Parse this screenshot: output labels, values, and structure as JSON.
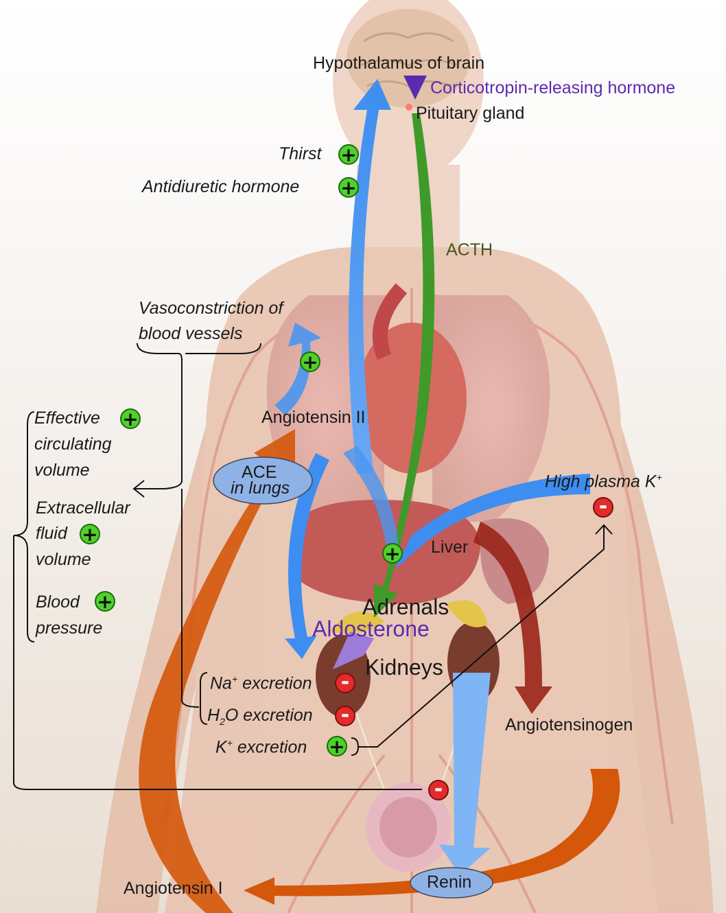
{
  "labels": {
    "hypothalamus": "Hypothalamus of brain",
    "crh": "Corticotropin-releasing hormone",
    "pituitary": "Pituitary gland",
    "thirst": "Thirst",
    "adh": "Antidiuretic hormone",
    "acth": "ACTH",
    "vasoconstriction_line1": "Vasoconstriction of",
    "vasoconstriction_line2": "blood vessels",
    "effective_line1": "Effective",
    "effective_line2": "circulating",
    "effective_line3": "volume",
    "angiotensin_ii": "Angiotensin II",
    "ace_line1": "ACE",
    "ace_line2": "in lungs",
    "high_plasma_k": "High plasma K",
    "extracellular_line1": "Extracellular",
    "extracellular_line2": "fluid",
    "extracellular_line3": "volume",
    "liver": "Liver",
    "blood_line1": "Blood",
    "blood_line2": "pressure",
    "adrenals": "Adrenals",
    "aldosterone": "Aldosterone",
    "kidneys": "Kidneys",
    "na_prefix": "Na",
    "na_suffix": " excretion",
    "h2o_h": "H",
    "h2o_sub": "2",
    "h2o_suffix": "O excretion",
    "k_prefix": "K",
    "k_suffix": " excretion",
    "angiotensinogen": "Angiotensinogen",
    "renin": "Renin",
    "angiotensin_i": "Angiotensin I",
    "plus_sign": "+",
    "minus_sign": "-"
  },
  "colors": {
    "blue_arrow": "#3d8ef0",
    "green_arrow": "#3f9a2a",
    "orange_arrow": "#d4570a",
    "red_arrow": "#9a2418",
    "light_blue_arrow": "#7fb4f5",
    "body": "#e8c4b0",
    "ellipse": "#8fb2e6",
    "plus": "#4fd12a",
    "minus": "#e52a2a",
    "purple_text": "#5a2bb0"
  }
}
